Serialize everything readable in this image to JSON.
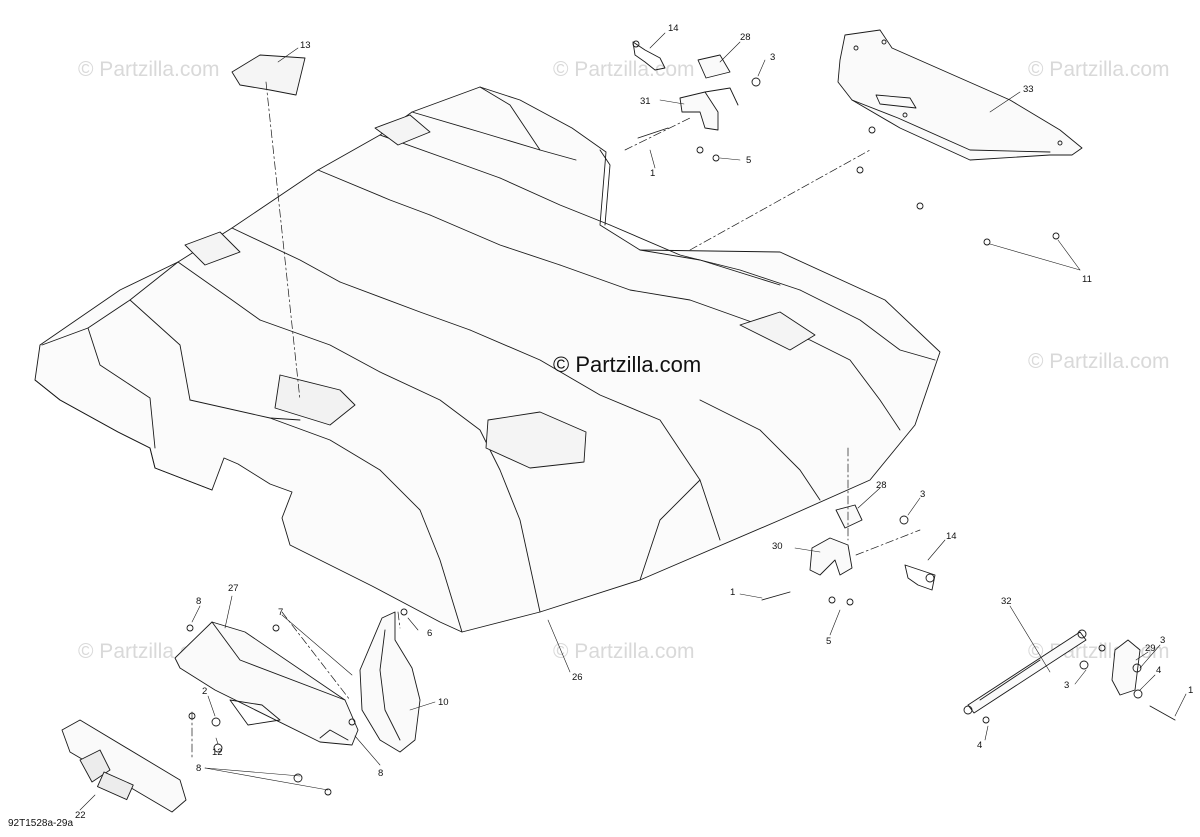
{
  "watermark": {
    "text": "© Partzilla.com",
    "center_text": "© Partzilla.com"
  },
  "reference_code": "92T1528a-29a",
  "callouts": {
    "c13": "13",
    "c14a": "14",
    "c28a": "28",
    "c3a": "3",
    "c31": "31",
    "c1a": "1",
    "c5a": "5",
    "c33": "33",
    "c11": "11",
    "c28b": "28",
    "c3b": "3",
    "c30": "30",
    "c14b": "14",
    "c1b": "1",
    "c5b": "5",
    "c26": "26",
    "c27": "27",
    "c8a": "8",
    "c7": "7",
    "c6": "6",
    "c10": "10",
    "c2": "2",
    "c12": "12",
    "c8b": "8",
    "c8c": "8",
    "c22": "22",
    "c32": "32",
    "c29": "29",
    "c3c": "3",
    "c3d": "3",
    "c4a": "4",
    "c4b": "4",
    "c1c": "1"
  },
  "colors": {
    "line": "#1a1a1a",
    "watermark": "#d9d9d9",
    "background": "#ffffff"
  }
}
